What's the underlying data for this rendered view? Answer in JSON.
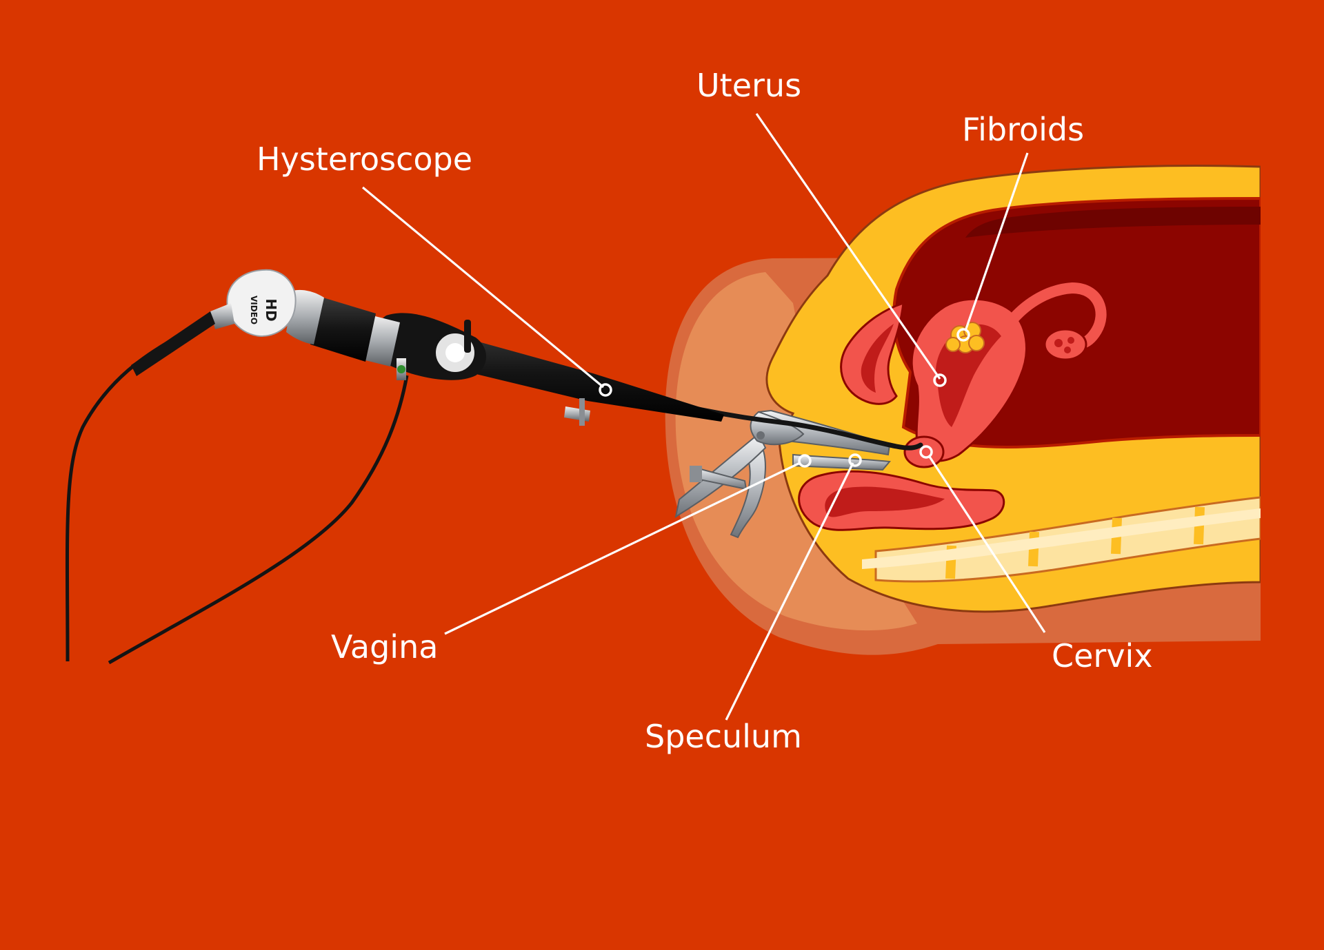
{
  "labels": {
    "uterus": "Uterus",
    "fibroids": "Fibroids",
    "hysteroscope": "Hysteroscope",
    "vagina": "Vagina",
    "cervix": "Cervix",
    "speculum": "Speculum"
  },
  "hysteroscope_camera": {
    "line1": "HD",
    "line2": "VIDEO"
  },
  "colors": {
    "background": "#D93600",
    "skin_outer": "#D96A3E",
    "skin_inner": "#E68C56",
    "fat_yellow": "#FDBE22",
    "body_cavity": "#8C0500",
    "organ_pink": "#F2544C",
    "organ_dark": "#C01C1A",
    "instrument_black": "#141414",
    "speculum_steel": "#B9BDC2",
    "label_white": "#FFFFFF"
  }
}
